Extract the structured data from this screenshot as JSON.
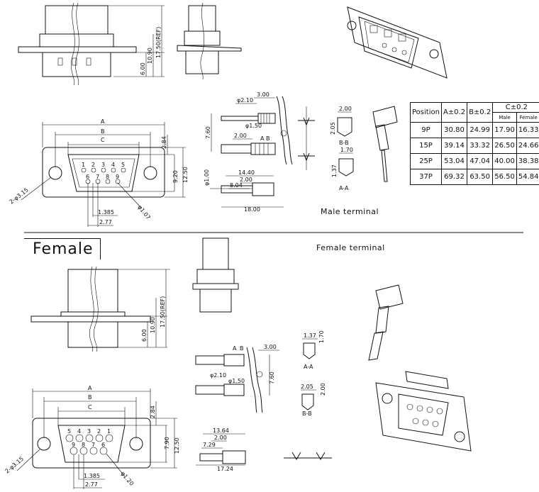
{
  "labels": {
    "male_terminal": "Male terminal",
    "female_title": "Female",
    "female_terminal": "Female terminal"
  },
  "male_dims": {
    "d1750": "17.50(REF)",
    "d1090": "10.90",
    "d600": "6.00",
    "A": "A",
    "B": "B",
    "C": "C",
    "d284": "2.84",
    "d920": "9.20",
    "d1250": "12.50",
    "hole": "2-φ3.15",
    "d107": "φ1.07",
    "d1385": "1.385",
    "d277": "2.77",
    "pins_top": [
      "1",
      "2",
      "3",
      "4",
      "5"
    ],
    "pins_bot": [
      "6",
      "7",
      "8",
      "9"
    ]
  },
  "male_terminal_dims": {
    "d300": "3.00",
    "d210": "φ2.10",
    "d150": "φ1.50",
    "d760": "7.60",
    "d200a": "2.00",
    "d100": "φ1.00",
    "d1440": "14.40",
    "d200b": "2.00",
    "d804": "8.04",
    "d1800": "18.00",
    "A": "A",
    "B": "B",
    "sec_bb_200": "2.00",
    "sec_bb_205": "2.05",
    "sec_bb": "B-B",
    "sec_aa_170": "1.70",
    "sec_aa_137": "1.37",
    "sec_aa": "A-A"
  },
  "female_dims": {
    "d1750": "17.50(REF)",
    "d1090": "10.90",
    "d600": "6.00",
    "A": "A",
    "B": "B",
    "C": "C",
    "d284": "2.84",
    "d790": "7.90",
    "d1250": "12.50",
    "hole": "2-φ3.15",
    "d120": "φ1.20",
    "d1385": "1.385",
    "d277": "2.77",
    "pins_top": [
      "5",
      "4",
      "3",
      "2",
      "1"
    ],
    "pins_bot": [
      "9",
      "8",
      "7",
      "6"
    ]
  },
  "female_terminal_dims": {
    "A": "A",
    "B": "B",
    "d300": "3.00",
    "d210": "φ2.10",
    "d150": "φ1.50",
    "d760": "7.60",
    "sec_aa_137": "1.37",
    "sec_aa_170": "1.70",
    "sec_aa": "A-A",
    "sec_bb_205": "2.05",
    "sec_bb_200": "2.00",
    "sec_bb": "B-B",
    "d1364": "13.64",
    "d200": "2.00",
    "d729": "7.29",
    "d1724": "17.24"
  },
  "table": {
    "h_position": "Position",
    "h_a": "A±0.2",
    "h_b": "B±0.2",
    "h_c": "C±0.2",
    "h_male": "Male",
    "h_female": "Female",
    "rows": [
      {
        "pos": "9P",
        "a": "30.80",
        "b": "24.99",
        "male": "17.90",
        "female": "16.33"
      },
      {
        "pos": "15P",
        "a": "39.14",
        "b": "33.32",
        "male": "26.50",
        "female": "24.66"
      },
      {
        "pos": "25P",
        "a": "53.04",
        "b": "47.04",
        "male": "40.00",
        "female": "38.38"
      },
      {
        "pos": "37P",
        "a": "69.32",
        "b": "63.50",
        "male": "56.50",
        "female": "54.84"
      }
    ]
  }
}
